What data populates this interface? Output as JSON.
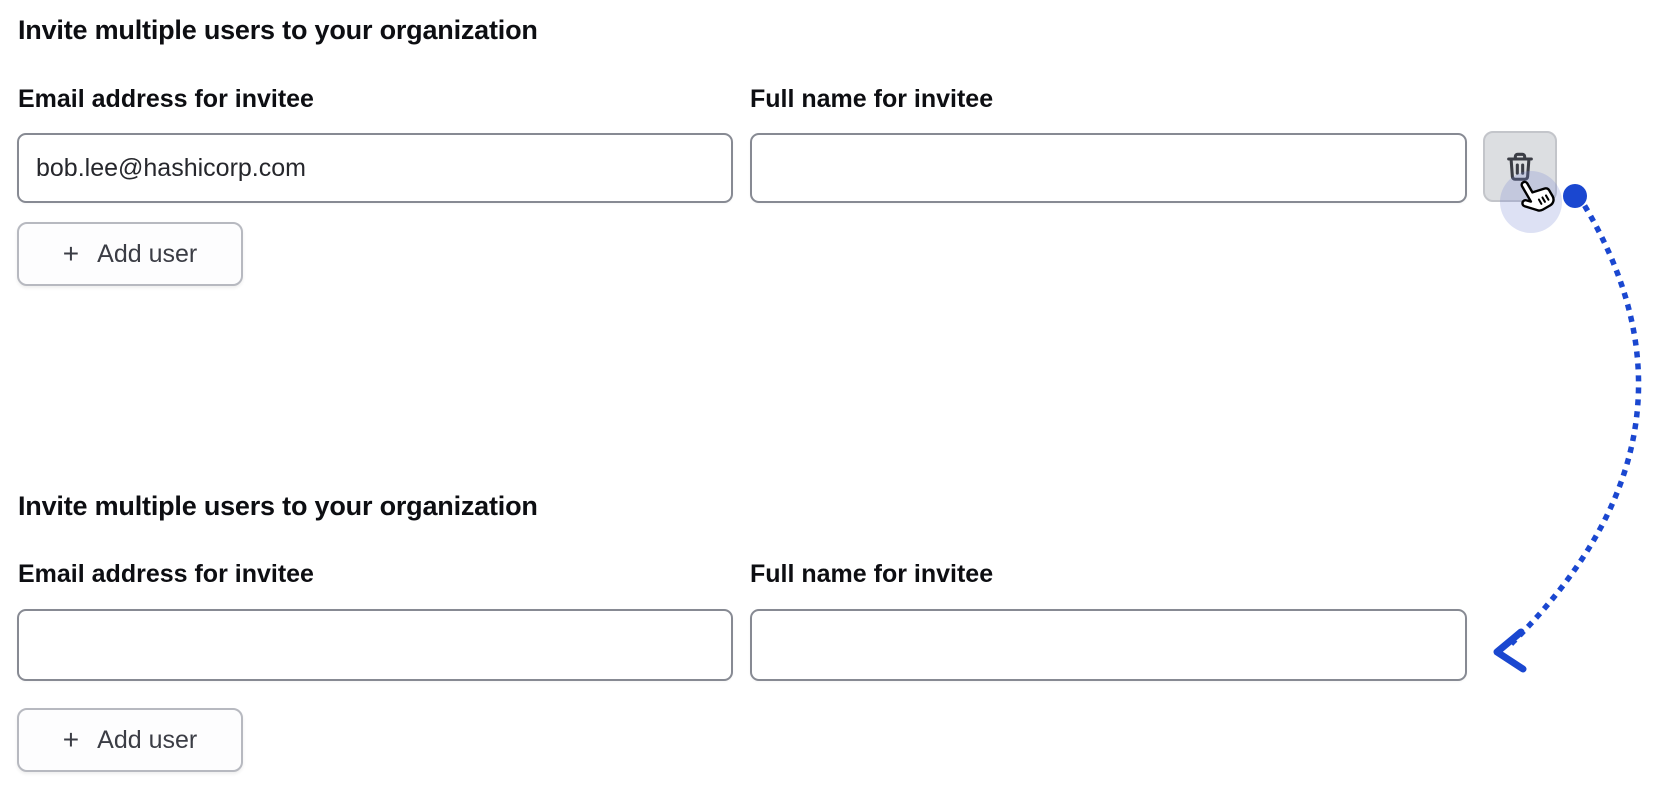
{
  "colors": {
    "annotation_blue": "#1a47d0",
    "input_border": "#878a93",
    "button_border": "#b7b9c0",
    "delete_button_bg": "#dcdee1",
    "text_strong": "#0d0e12",
    "text_primary": "#3b3d45"
  },
  "sections": [
    {
      "heading": "Invite multiple users to your organization",
      "email_label": "Email address for invitee",
      "email_value": "bob.lee@hashicorp.com",
      "name_label": "Full name for invitee",
      "name_value": "",
      "plus_glyph": "+",
      "add_user_label": "Add user",
      "delete_icon": "trash"
    },
    {
      "heading": "Invite multiple users to your organization",
      "email_label": "Email address for invitee",
      "email_value": "",
      "name_label": "Full name for invitee",
      "name_value": "",
      "plus_glyph": "+",
      "add_user_label": "Add user"
    }
  ]
}
